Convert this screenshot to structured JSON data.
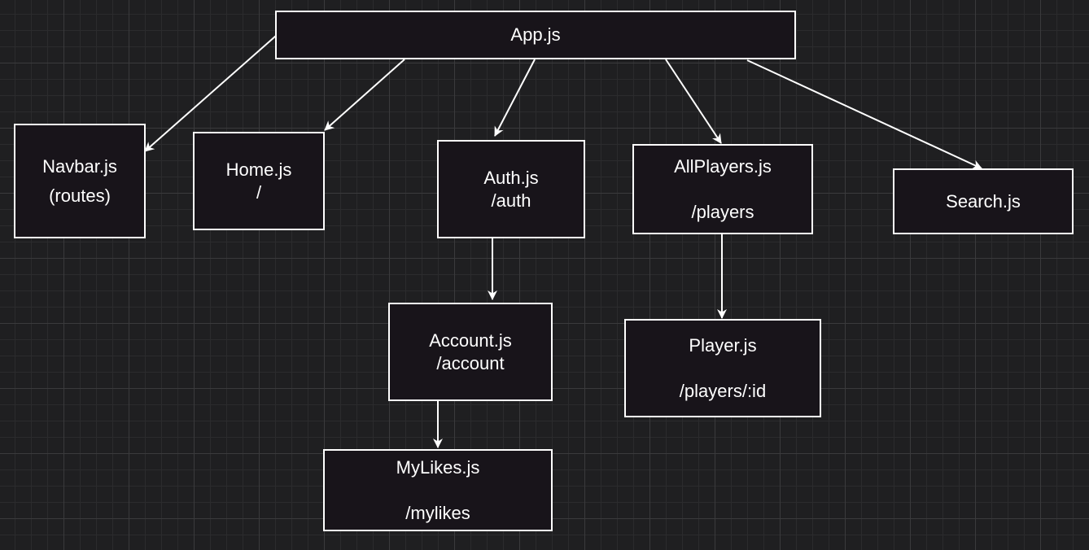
{
  "diagram": {
    "nodes": {
      "app": {
        "label": "App.js"
      },
      "navbar": {
        "label": "Navbar.js",
        "sub": "(routes)"
      },
      "home": {
        "label": "Home.js",
        "sub": "/"
      },
      "auth": {
        "label": "Auth.js",
        "sub": "/auth"
      },
      "allplayers": {
        "label": "AllPlayers.js",
        "sub": "/players"
      },
      "search": {
        "label": "Search.js"
      },
      "account": {
        "label": "Account.js",
        "sub": "/account"
      },
      "player": {
        "label": "Player.js",
        "sub": "/players/:id"
      },
      "mylikes": {
        "label": "MyLikes.js",
        "sub": "/mylikes"
      }
    },
    "edges": [
      {
        "from": "App.js",
        "to": "Navbar.js"
      },
      {
        "from": "App.js",
        "to": "Home.js"
      },
      {
        "from": "App.js",
        "to": "Auth.js"
      },
      {
        "from": "App.js",
        "to": "AllPlayers.js"
      },
      {
        "from": "App.js",
        "to": "Search.js"
      },
      {
        "from": "Auth.js",
        "to": "Account.js"
      },
      {
        "from": "Account.js",
        "to": "MyLikes.js"
      },
      {
        "from": "AllPlayers.js",
        "to": "Player.js"
      }
    ],
    "colors": {
      "background": "#1f1f21",
      "node_fill": "#18141a",
      "stroke": "#ffffff",
      "text": "#ffffff"
    }
  }
}
